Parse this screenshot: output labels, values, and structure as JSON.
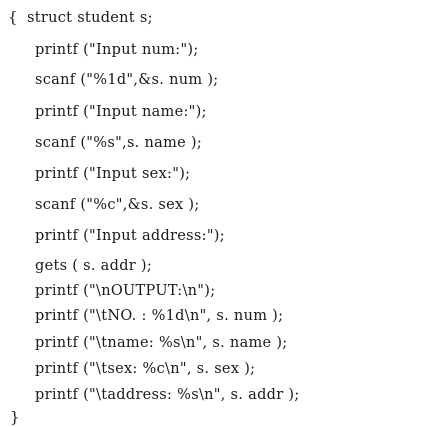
{
  "code": {
    "open_brace": "{",
    "lines": [
      "struct student s;",
      "printf (\"Input num:\");",
      "scanf (\"%1d\",&s. num );",
      "printf (\"Input name:\");",
      "scanf (\"%s\",s. name );",
      "printf (\"Input sex:\");",
      "scanf (\"%c\",&s. sex );",
      "printf (\"Input address:\");",
      "gets ( s. addr );",
      "printf (\"\\nOUTPUT:\\n\");",
      "printf (\"\\tNO. : %1d\\n\", s. num );",
      "printf (\"\\tname: %s\\n\", s. name );",
      "printf (\"\\tsex: %c\\n\", s. sex );",
      "printf (\"\\taddress: %s\\n\", s. addr );"
    ],
    "close_brace": "}"
  }
}
